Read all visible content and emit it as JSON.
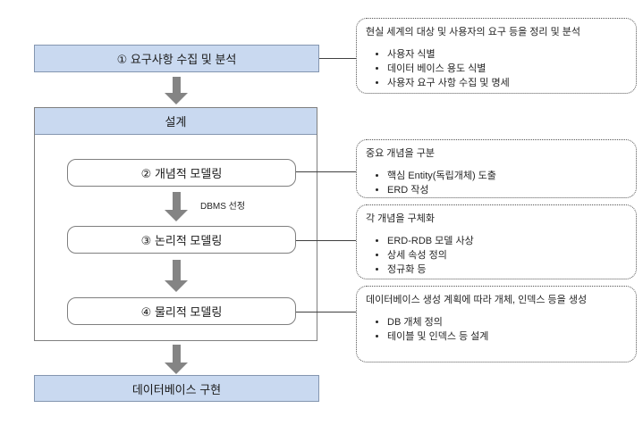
{
  "flow": {
    "step1_label": "① 요구사항 수집 및 분석",
    "design_header_label": "설계",
    "step2_label": "② 개념적 모델링",
    "step3_label": "③ 논리적 모델링",
    "step4_label": "④ 물리적 모델링",
    "dbms_arrow_label": "DBMS 선정",
    "final_label": "데이터베이스 구현"
  },
  "annotations": [
    {
      "title": "현실 세계의 대상 및 사용자의 요구 등을 정리 및 분석",
      "bullets": [
        "사용자 식별",
        "데이터 베이스 용도 식별",
        "사용자 요구 사항 수집 및 명세"
      ]
    },
    {
      "title": "중요 개념을 구분",
      "bullets": [
        "핵심 Entity(독립개체) 도출",
        "ERD 작성"
      ]
    },
    {
      "title": "각 개념을 구체화",
      "bullets": [
        "ERD-RDB 모델 사상",
        "상세 속성 정의",
        "정규화 등"
      ]
    },
    {
      "title": "데이터베이스 생성 계획에 따라 개체, 인덱스 등을 생성",
      "bullets": [
        "DB 개체 정의",
        "테이블 및 인덱스 등 설계"
      ]
    }
  ],
  "colors": {
    "box_fill": "#c9d9f0",
    "box_border": "#8496b0",
    "outline_gray": "#7f7f7f",
    "arrow_gray": "#848484",
    "connector": "#404040"
  }
}
